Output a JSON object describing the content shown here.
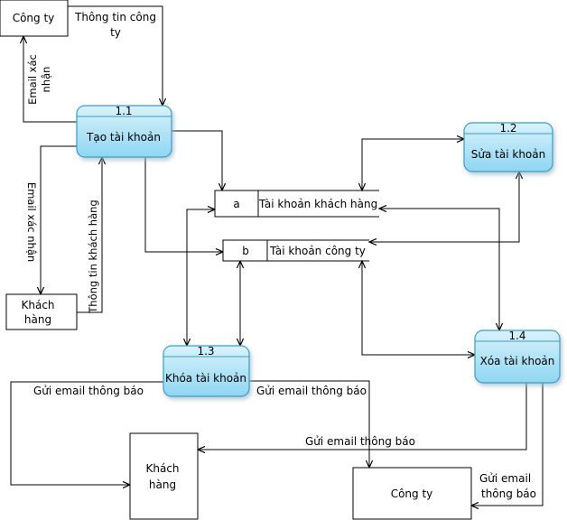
{
  "colors": {
    "line": "#000000",
    "process_fill_top": "#d8f2fb",
    "process_fill_bottom": "#8fd6f2",
    "process_stroke": "#3d9cc8"
  },
  "processes": {
    "p11": {
      "id": "1.1",
      "label": "Tạo tài khoản"
    },
    "p12": {
      "id": "1.2",
      "label": "Sửa tài khoản"
    },
    "p13": {
      "id": "1.3",
      "label": "Khóa tài khoản"
    },
    "p14": {
      "id": "1.4",
      "label": "Xóa tài khoản"
    }
  },
  "entities": {
    "cong_ty_top": "Công ty",
    "khach_hang_left": [
      "Khách",
      "hàng"
    ],
    "khach_hang_bottom": [
      "Khách",
      "hàng"
    ],
    "cong_ty_bottom": "Công ty"
  },
  "stores": {
    "a": {
      "id": "a",
      "label": "Tài khoản khách hàng"
    },
    "b": {
      "id": "b",
      "label": "Tài khoản công ty"
    }
  },
  "flows": {
    "thong_tin_cong_ty": [
      "Thông tin công",
      "ty"
    ],
    "email_xac_nhan_top": [
      "Email xác",
      "nhận"
    ],
    "email_xac_nhan_left": "Email xác nhận",
    "thong_tin_khach_hang": "Thông tin khách hàng",
    "gui_email_13_left": "Gửi email thông báo",
    "gui_email_13_right": "Gửi email thông báo",
    "gui_email_14_kh": "Gửi  email thông báo",
    "gui_email_14_ct": [
      "Gửi  email",
      "thông báo"
    ]
  }
}
